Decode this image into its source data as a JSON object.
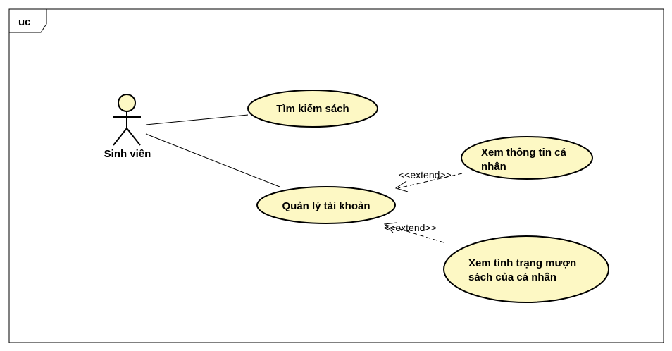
{
  "frame": {
    "label": "uc"
  },
  "actor": {
    "name": "Sinh viên"
  },
  "use_cases": {
    "search_books": "Tìm kiếm sách",
    "manage_account": "Quản lý tài khoản",
    "view_info_line1": "Xem thông tin cá",
    "view_info_line2": "nhân",
    "view_loan_line1": "Xem tình trạng mượn",
    "view_loan_line2": "sách của cá nhân"
  },
  "relations": {
    "extend_1": "<<extend>>",
    "extend_2": "<<extend>>"
  },
  "colors": {
    "use_case_fill": "#fdf8c4",
    "stroke": "#000000"
  }
}
